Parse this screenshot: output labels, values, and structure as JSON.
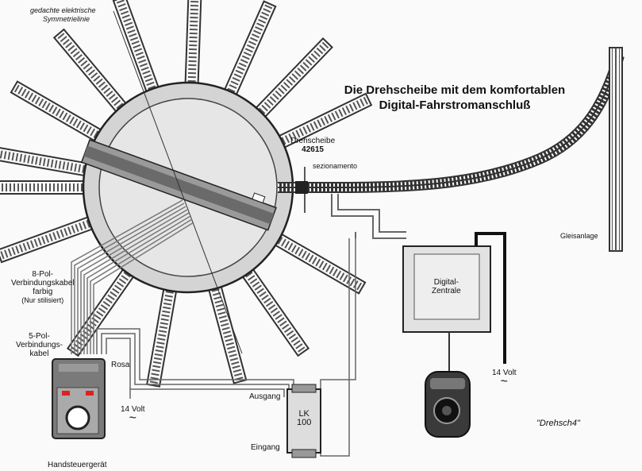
{
  "title": {
    "line1": "Die Drehscheibe mit dem komfortablen",
    "line2": "Digital-Fahrstromanschluß"
  },
  "labels": {
    "symmetry_line1": "gedachte elektrische",
    "symmetry_line2": "Symmetrielinie",
    "turntable_name": "Drehscheibe",
    "turntable_number": "42615",
    "sectioning": "sezionamento",
    "track_layout": "Gleisanlage",
    "cable8_line1": "8-Pol-",
    "cable8_line2": "Verbindungskabel",
    "cable8_line3": "farbig",
    "cable8_line4": "(Nur stilisiert)",
    "cable5_line1": "5-Pol-",
    "cable5_line2": "Verbindungs-",
    "cable5_line3": "kabel",
    "rosa": "Rosa",
    "volt_left": "14 Volt",
    "volt_right": "14 Volt",
    "ac_symbol": "~",
    "ausgang": "Ausgang",
    "eingang": "Eingang",
    "lk_line1": "LK",
    "lk_line2": "100",
    "digital_line1": "Digital-",
    "digital_line2": "Zentrale",
    "handheld": "Handsteuergerät",
    "figure_ref": "\"Drehsch4\""
  },
  "colors": {
    "track": "#3a3a3a",
    "pit": "#d0d0d0",
    "wire": "#555555",
    "heavy_wire": "#111111"
  }
}
